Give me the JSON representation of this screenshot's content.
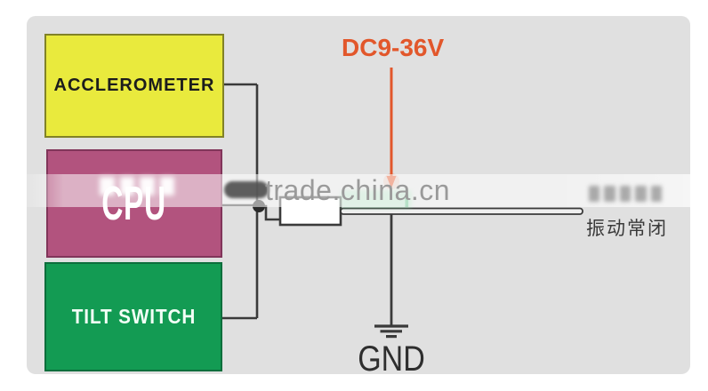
{
  "diagram": {
    "blocks": [
      {
        "label": "ACCLEROMETER",
        "fill": "#e9ea3d",
        "text_color": "#1c1c1c"
      },
      {
        "label": "CPU",
        "fill": "#b2537e",
        "text_color": "#ffffff"
      },
      {
        "label": "TILT SWITCH",
        "fill": "#139b53",
        "text_color": "#f2fff6"
      }
    ],
    "labels": {
      "power": "DC9-36V",
      "ground": "GND",
      "output": "振动常闭"
    },
    "watermark": {
      "text": "trade.china.cn"
    },
    "colors": {
      "canvas_bg": "#e0e0e0",
      "wire": "#3a3a3a",
      "power_accent": "#e2572b",
      "highlight_green": "#2f9e5e",
      "watermark_text_color": "#9a9a9a",
      "junction_dot": "#2a2a2a",
      "relay_box_fill": "#ffffff"
    }
  }
}
